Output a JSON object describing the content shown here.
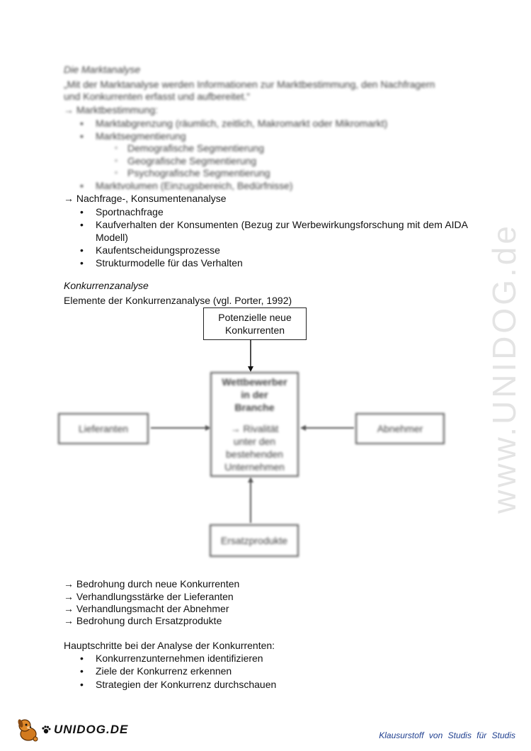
{
  "watermark": "www.UNIDOG.de",
  "section1": {
    "title": "Die Marktanalyse",
    "quote_line1": "„Mit der Marktanalyse werden Informationen zur Marktbestimmung, den Nachfragern",
    "quote_line2": "und Konkurrenten erfasst und aufbereitet.“",
    "arrow_item": "Marktbestimmung:",
    "bullets": [
      "Marktabgrenzung (räumlich, zeitlich, Makromarkt oder Mikromarkt)",
      "Marktsegmentierung"
    ],
    "sub_bullets": [
      "Demografische Segmentierung",
      "Geografische Segmentierung",
      "Psychografische Segmentierung"
    ],
    "bullet_last": "Marktvolumen (Einzugsbereich, Bedürfnisse)"
  },
  "section2": {
    "arrow_item": "Nachfrage-, Konsumentenanalyse",
    "bullets": [
      "Sportnachfrage",
      "Kaufverhalten der Konsumenten (Bezug zur Werbewirkungsforschung mit dem AIDA Modell)",
      "Kaufentscheidungsprozesse",
      "Strukturmodelle für das Verhalten"
    ]
  },
  "section3": {
    "title": "Konkurrenzanalyse",
    "intro": "Elemente der Konkurrenzanalyse (vgl. Porter, 1992)"
  },
  "diagram": {
    "top_box": [
      "Potenzielle neue",
      "Konkurrenten"
    ],
    "center_box_bold": [
      "Wettbewerber",
      "in der",
      "Branche"
    ],
    "center_box_text": [
      "→ Rivalität",
      "unter den",
      "bestehenden",
      "Unternehmen"
    ],
    "left_box": "Lieferanten",
    "right_box": "Abnehmer",
    "bottom_box": "Ersatzprodukte"
  },
  "forces": [
    "Bedrohung durch neue Konkurrenten",
    "Verhandlungsstärke der Lieferanten",
    "Verhandlungsmacht der Abnehmer",
    "Bedrohung durch Ersatzprodukte"
  ],
  "steps": {
    "title": "Hauptschritte bei der Analyse der Konkurrenten:",
    "bullets": [
      "Konkurrenzunternehmen identifizieren",
      "Ziele der Konkurrenz erkennen",
      "Strategien der Konkurrenz durchschauen"
    ]
  },
  "logo_text": "UNIDOG.DE",
  "footer": "Klausurstoff von Studis für Studis"
}
